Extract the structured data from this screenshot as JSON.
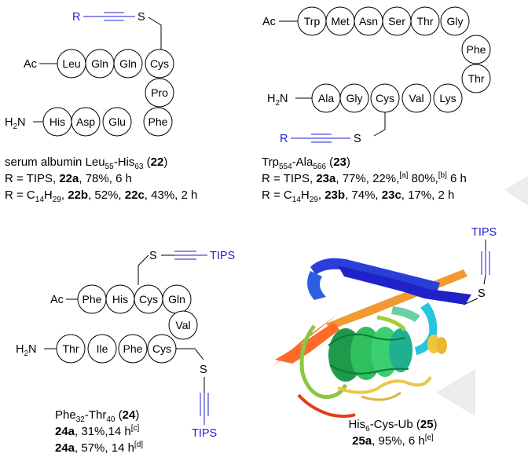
{
  "panel22": {
    "r": "R",
    "s": "S",
    "ac": "Ac",
    "h2n": "H",
    "h2n_sub": "2",
    "h2n_tail": "N",
    "row1": [
      "Leu",
      "Gln",
      "Gln",
      "Cys"
    ],
    "pro": "Pro",
    "row2": [
      "His",
      "Asp",
      "Glu",
      "Phe"
    ],
    "cap_a": "serum albumin Leu",
    "cap_sub1": "55",
    "cap_b": "-His",
    "cap_sub2": "63",
    "cap_c": " (",
    "cap_num": "22",
    "cap_d": ")",
    "line2_a": "R = TIPS, ",
    "line2_b": "22a",
    "line2_c": ", 78%,  6 h",
    "line3_a": "R = C",
    "line3_sub": "14",
    "line3_b": "H",
    "line3_sub2": "29",
    "line3_c": ", ",
    "line3_d": "22b",
    "line3_e": ", 52%, ",
    "line3_f": "22c",
    "line3_g": ", 43%, 2 h"
  },
  "panel23": {
    "ac": "Ac",
    "row1": [
      "Trp",
      "Met",
      "Asn",
      "Ser",
      "Thr",
      "Gly"
    ],
    "col": [
      "Phe",
      "Thr"
    ],
    "h2n": "H",
    "h2n_sub": "2",
    "h2n_tail": "N",
    "row2": [
      "Ala",
      "Gly",
      "Cys",
      "Val",
      "Lys"
    ],
    "r": "R",
    "s": "S",
    "cap_a": "Trp",
    "cap_sub1": "554",
    "cap_b": "-Ala",
    "cap_sub2": "566",
    "cap_c": " (",
    "cap_num": "23",
    "cap_d": ")",
    "line2_a": "R = TIPS, ",
    "line2_b": "23a",
    "line2_c": ",  77%, 22%,",
    "line2_sa": "[a]",
    "line2_d": " 80%,",
    "line2_sb": "[b]",
    "line2_e": " 6 h",
    "line3_a": "R = C",
    "line3_sub": "14",
    "line3_b": "H",
    "line3_sub2": "29",
    "line3_c": ", ",
    "line3_d": "23b",
    "line3_e": ", 74%, ",
    "line3_f": "23c",
    "line3_g": ", 17%, 2 h"
  },
  "panel24": {
    "s1": "S",
    "tips1": "TIPS",
    "ac": "Ac",
    "row1": [
      "Phe",
      "His",
      "Cys",
      "Gln"
    ],
    "val": "Val",
    "h2n": "H",
    "h2n_sub": "2",
    "h2n_tail": "N",
    "row2": [
      "Thr",
      "Ile",
      "Phe",
      "Cys"
    ],
    "s2": "S",
    "tips2": "TIPS",
    "cap_a": "Phe",
    "cap_sub1": "32",
    "cap_b": "-Thr",
    "cap_sub2": "40",
    "cap_c": " (",
    "cap_num": "24",
    "cap_d": ")",
    "line2_a": "24a",
    "line2_b": ", 31%,14 h",
    "line2_s": "[c]",
    "line3_a": "24a",
    "line3_b": ", 57%, 14 h",
    "line3_s": "[d]"
  },
  "panel25": {
    "tips": "TIPS",
    "s": "S",
    "cap_a": "His",
    "cap_sub": "6",
    "cap_b": "-Cys-Ub (",
    "cap_num": "25",
    "cap_c": ")",
    "line2_a": "25a",
    "line2_b": ", 95%, 6 h",
    "line2_s": "[e]"
  },
  "colors": {
    "r_group": "#1f1fd6",
    "tips": "#1f1fd6"
  }
}
